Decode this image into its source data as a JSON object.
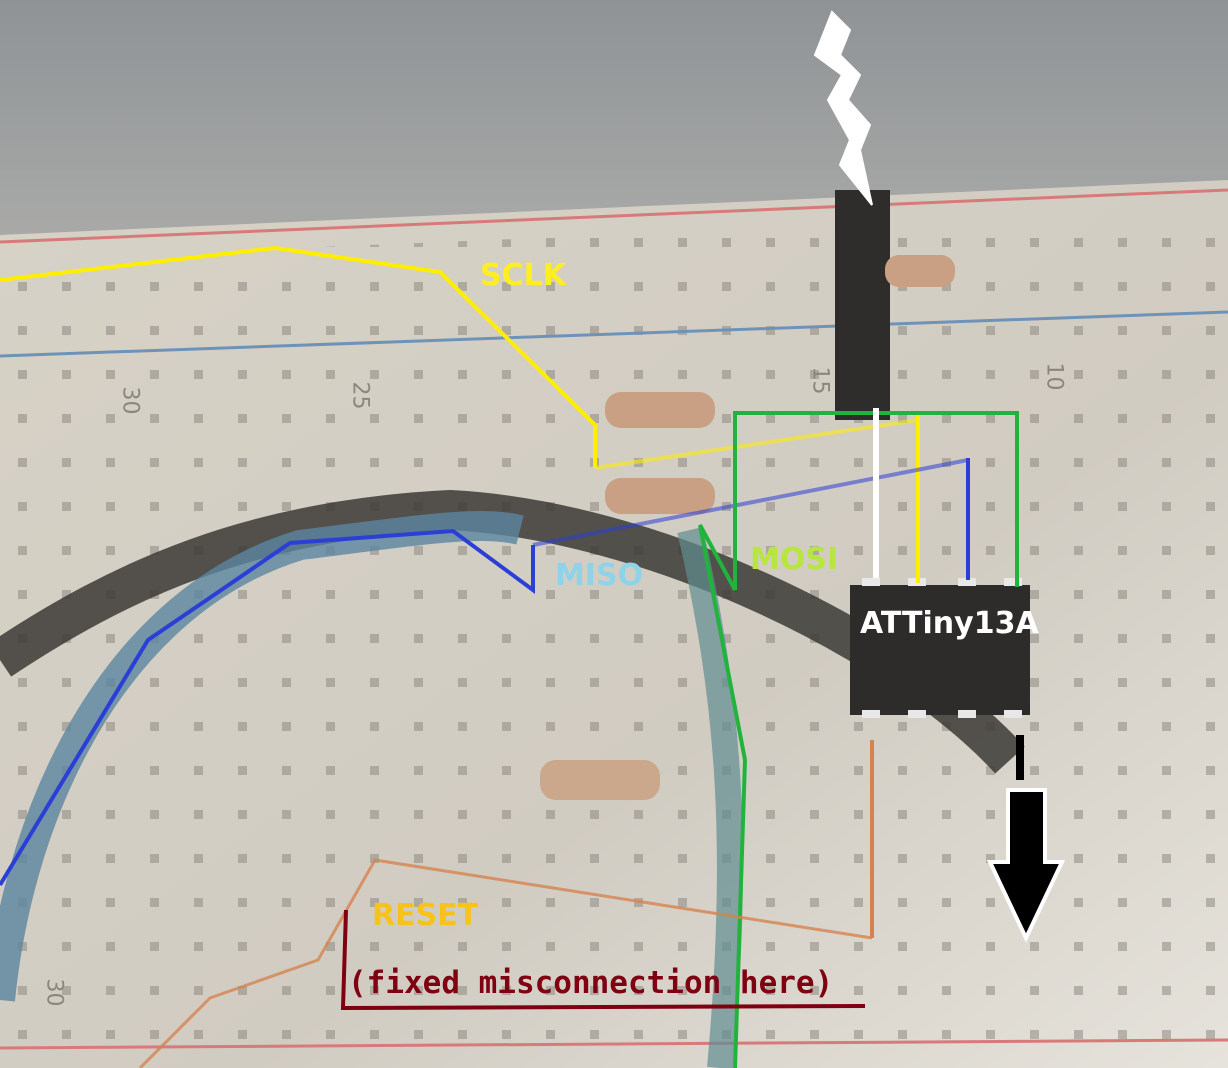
{
  "labels": {
    "sclk": "SCLK",
    "miso": "MISO",
    "mosi": "MOSI",
    "chip": "ATTiny13A",
    "reset": "RESET",
    "note": "(fixed misconnection here)"
  },
  "breadboard_numbers": [
    "30",
    "25",
    "15",
    "10",
    "30"
  ],
  "colors": {
    "sclk": "#ffee00",
    "miso": "#2b3fd6",
    "mosi": "#22b33c",
    "reset": "#d4834f",
    "note": "#7f0010",
    "power": "#ffffff",
    "ground": "#000000"
  }
}
